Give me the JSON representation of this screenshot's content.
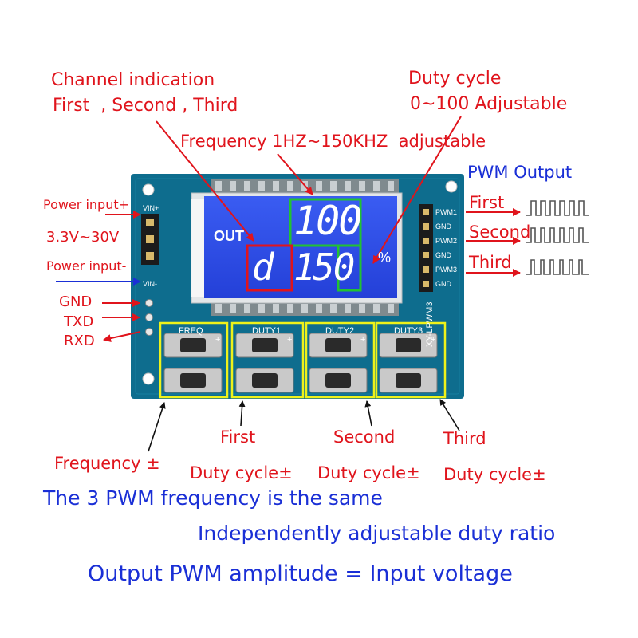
{
  "annotations": {
    "channel_indication_title": "Channel indication",
    "channel_indication_values": "First  , Second , Third",
    "duty_cycle_title": "Duty cycle",
    "duty_cycle_range": "0~100 Adjustable",
    "frequency_range": "Frequency 1HZ~150KHZ  adjustable",
    "pwm_output_title": "PWM Output",
    "pwm_first": "First",
    "pwm_second": "Second",
    "pwm_third": "Third",
    "power_input_plus": "Power input+",
    "voltage_range": "3.3V~30V",
    "power_input_minus": "Power input-",
    "gnd": "GND",
    "txd": "TXD",
    "rxd": "RXD",
    "first": "First",
    "second": "Second",
    "third": "Third",
    "frequency_pm": "Frequency ±",
    "duty_cycle_pm_1": "Duty cycle±",
    "duty_cycle_pm_2": "Duty cycle±",
    "duty_cycle_pm_3": "Duty cycle±"
  },
  "board": {
    "model": "XY-LPWM3",
    "left_pins": [
      "VIN+",
      "VIN-"
    ],
    "right_pins": [
      "PWM1",
      "GND",
      "PWM2",
      "GND",
      "PWM3",
      "GND"
    ],
    "buttons": [
      "FREQ",
      "DUTY1",
      "DUTY2",
      "DUTY3"
    ],
    "plus_sign": "+",
    "lcd": {
      "out_label": "OUT",
      "top_digits": "100",
      "channel_char": "d",
      "channel_number": "1",
      "bottom_digits": "50",
      "percent": "%"
    }
  },
  "notes": {
    "line1": "The 3 PWM frequency is the same",
    "line2": "Independently adjustable duty ratio",
    "line3": "Output PWM amplitude = Input voltage"
  },
  "colors": {
    "board": "#0e6d8e",
    "lcd": "#2e4fe8",
    "annotation_red": "#e0141c",
    "annotation_blue": "#1a2fd6",
    "highlight_green": "#22c232",
    "highlight_red": "#e0141c",
    "highlight_yellow": "#eef21a"
  }
}
